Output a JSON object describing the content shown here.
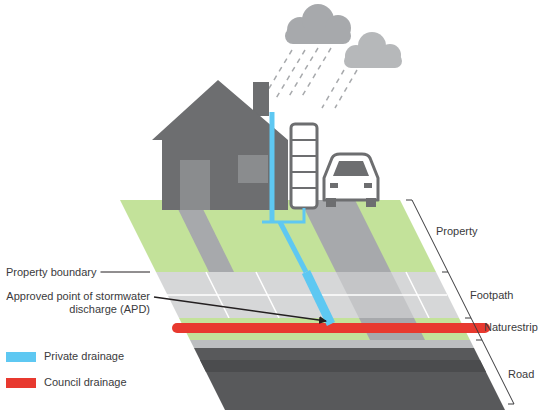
{
  "diagram": {
    "labels": [
      "Property boundary",
      "Approved point of stormwater discharge (APD)",
      "Property",
      "Footpath",
      "Naturestrip",
      "Road"
    ],
    "legend": [
      {
        "text": "Private drainage",
        "color": "#5ec8f2"
      },
      {
        "text": "Council drainage",
        "color": "#e8392f"
      }
    ]
  }
}
